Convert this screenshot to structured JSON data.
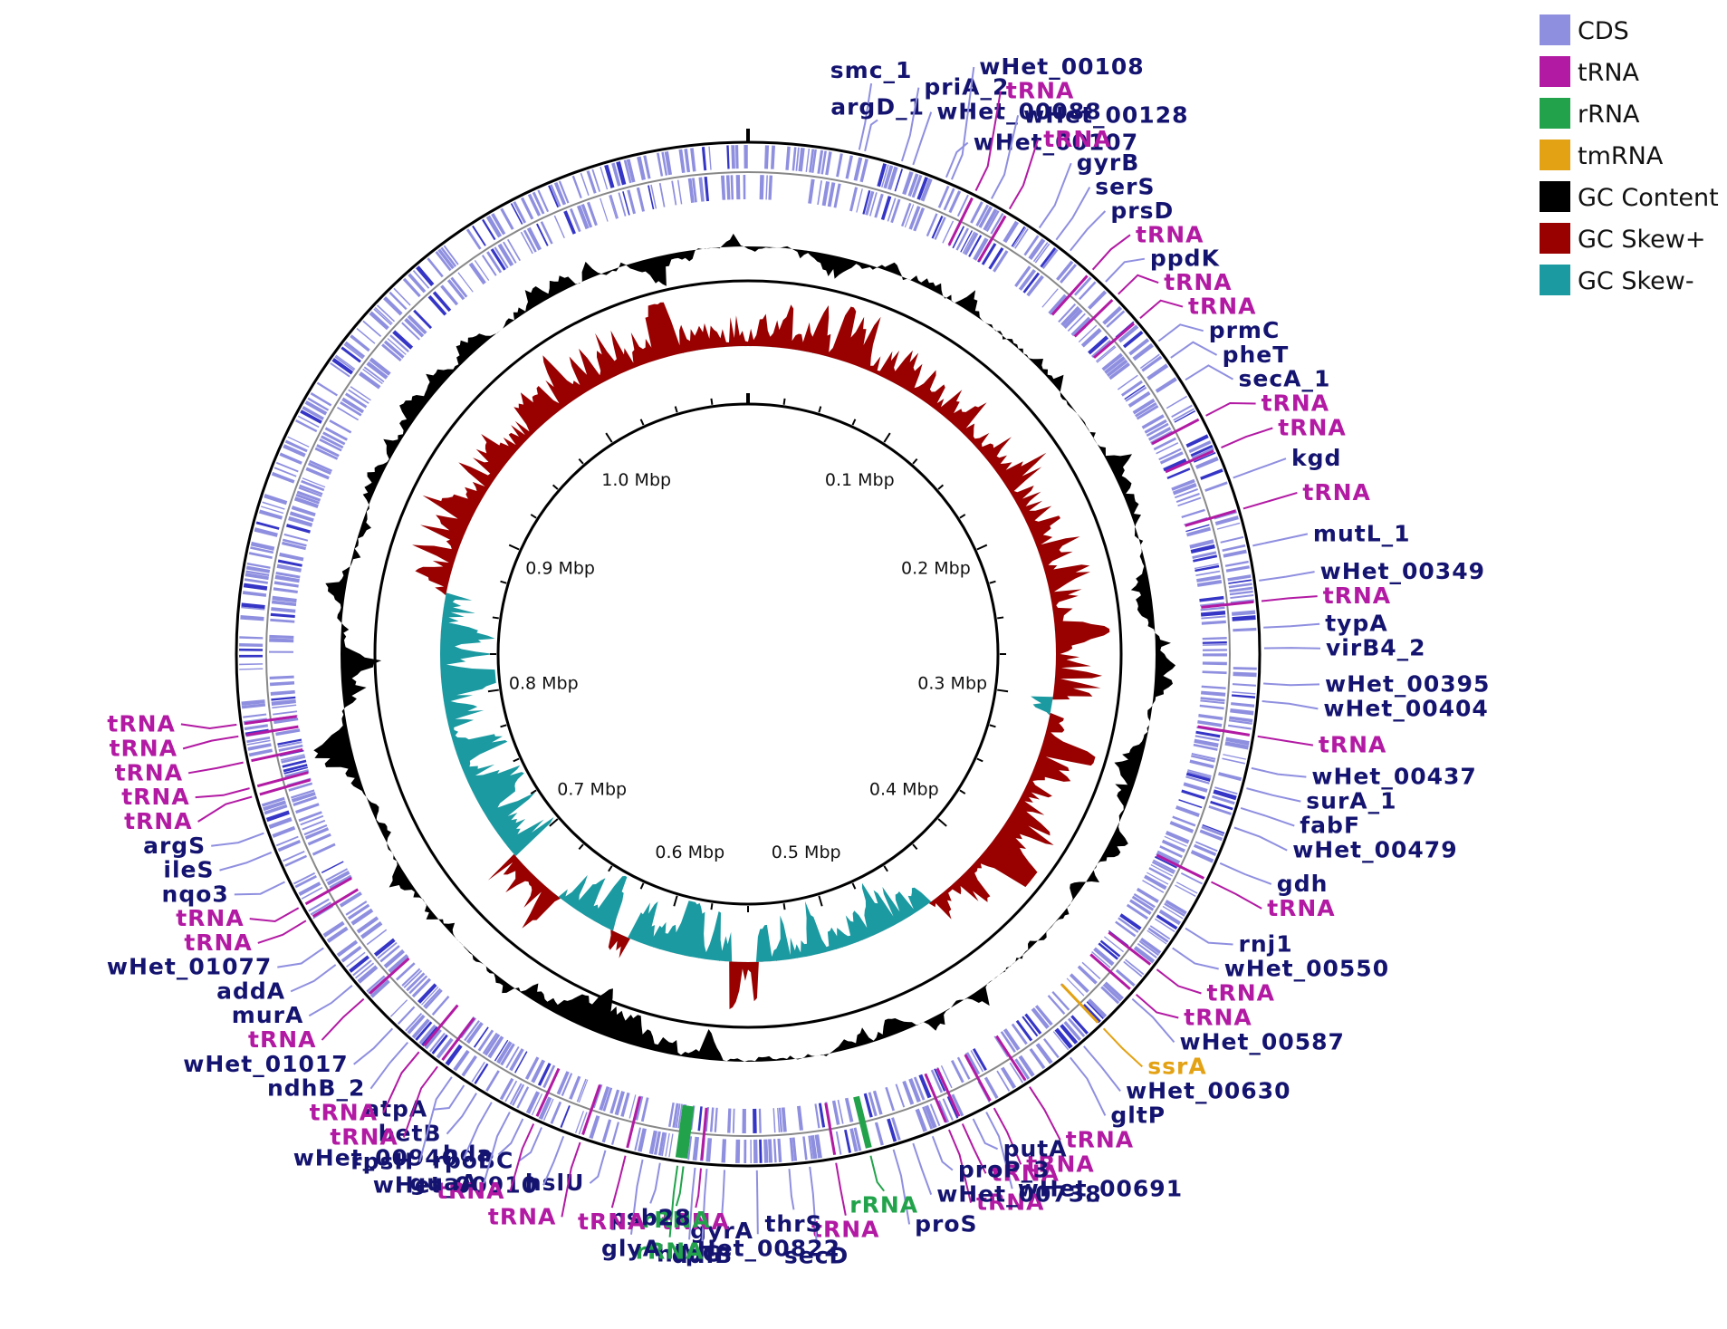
{
  "genome_length_mbp": 1.1,
  "colors": {
    "CDS": "#8f8fe0",
    "CDS_dark": "#3535c6",
    "tRNA": "#b21aa3",
    "rRNA": "#22a34b",
    "tmRNA": "#e3a214",
    "GC_content": "#000000",
    "GC_skew_pos": "#990000",
    "GC_skew_neg": "#1b9aa1",
    "gene_label": "#141470"
  },
  "legend": [
    {
      "label": "CDS",
      "color": "#8f8fe0"
    },
    {
      "label": "tRNA",
      "color": "#b21aa3"
    },
    {
      "label": "rRNA",
      "color": "#22a34b"
    },
    {
      "label": "tmRNA",
      "color": "#e3a214"
    },
    {
      "label": "GC Content",
      "color": "#000000"
    },
    {
      "label": "GC Skew+",
      "color": "#990000"
    },
    {
      "label": "GC Skew-",
      "color": "#1b9aa1"
    }
  ],
  "scale_labels": [
    {
      "text": "0.1 Mbp",
      "pos_mbp": 0.1
    },
    {
      "text": "0.2 Mbp",
      "pos_mbp": 0.2
    },
    {
      "text": "0.3 Mbp",
      "pos_mbp": 0.3
    },
    {
      "text": "0.4 Mbp",
      "pos_mbp": 0.4
    },
    {
      "text": "0.5 Mbp",
      "pos_mbp": 0.5
    },
    {
      "text": "0.6 Mbp",
      "pos_mbp": 0.6
    },
    {
      "text": "0.7 Mbp",
      "pos_mbp": 0.7
    },
    {
      "text": "0.8 Mbp",
      "pos_mbp": 0.8
    },
    {
      "text": "0.9 Mbp",
      "pos_mbp": 0.9
    },
    {
      "text": "1.0 Mbp",
      "pos_mbp": 1.0
    }
  ],
  "features": [
    {
      "label": "smc_1",
      "type": "CDS",
      "pos_mbp": 0.038
    },
    {
      "label": "argD_1",
      "type": "CDS",
      "pos_mbp": 0.04
    },
    {
      "label": "priA_2",
      "type": "CDS",
      "pos_mbp": 0.053
    },
    {
      "label": "wHet_00088",
      "type": "CDS",
      "pos_mbp": 0.057
    },
    {
      "label": "wHet_00107",
      "type": "CDS",
      "pos_mbp": 0.069
    },
    {
      "label": "wHet_00108",
      "type": "CDS",
      "pos_mbp": 0.071
    },
    {
      "label": "tRNA",
      "type": "tRNA",
      "pos_mbp": 0.08
    },
    {
      "label": "wHet_00128",
      "type": "CDS",
      "pos_mbp": 0.086
    },
    {
      "label": "tRNA",
      "type": "tRNA",
      "pos_mbp": 0.093
    },
    {
      "label": "gyrB",
      "type": "CDS",
      "pos_mbp": 0.105
    },
    {
      "label": "serS",
      "type": "CDS",
      "pos_mbp": 0.112
    },
    {
      "label": "prsD",
      "type": "CDS",
      "pos_mbp": 0.118
    },
    {
      "label": "tRNA",
      "type": "tRNA",
      "pos_mbp": 0.128
    },
    {
      "label": "ppdK",
      "type": "CDS",
      "pos_mbp": 0.134
    },
    {
      "label": "tRNA",
      "type": "tRNA",
      "pos_mbp": 0.14
    },
    {
      "label": "tRNA",
      "type": "tRNA",
      "pos_mbp": 0.151
    },
    {
      "label": "prmC",
      "type": "CDS",
      "pos_mbp": 0.161
    },
    {
      "label": "pheT",
      "type": "CDS",
      "pos_mbp": 0.168
    },
    {
      "label": "secA_1",
      "type": "CDS",
      "pos_mbp": 0.177
    },
    {
      "label": "tRNA",
      "type": "tRNA",
      "pos_mbp": 0.191
    },
    {
      "label": "tRNA",
      "type": "tRNA",
      "pos_mbp": 0.203
    },
    {
      "label": "kgd",
      "type": "CDS",
      "pos_mbp": 0.214
    },
    {
      "label": "tRNA",
      "type": "tRNA",
      "pos_mbp": 0.225
    },
    {
      "label": "mutL_1",
      "type": "CDS",
      "pos_mbp": 0.238
    },
    {
      "label": "wHet_00349",
      "type": "CDS",
      "pos_mbp": 0.25
    },
    {
      "label": "tRNA",
      "type": "tRNA",
      "pos_mbp": 0.257
    },
    {
      "label": "typA",
      "type": "CDS",
      "pos_mbp": 0.266
    },
    {
      "label": "virB4_2",
      "type": "CDS",
      "pos_mbp": 0.273
    },
    {
      "label": "wHet_00395",
      "type": "CDS",
      "pos_mbp": 0.285
    },
    {
      "label": "wHet_00404",
      "type": "CDS",
      "pos_mbp": 0.291
    },
    {
      "label": "tRNA",
      "type": "tRNA",
      "pos_mbp": 0.303
    },
    {
      "label": "wHet_00437",
      "type": "CDS",
      "pos_mbp": 0.314
    },
    {
      "label": "surA_1",
      "type": "CDS",
      "pos_mbp": 0.321
    },
    {
      "label": "fabF",
      "type": "CDS",
      "pos_mbp": 0.328
    },
    {
      "label": "wHet_00479",
      "type": "CDS",
      "pos_mbp": 0.335
    },
    {
      "label": "gdh",
      "type": "CDS",
      "pos_mbp": 0.348
    },
    {
      "label": "tRNA",
      "type": "tRNA",
      "pos_mbp": 0.355
    },
    {
      "label": "rnj1",
      "type": "CDS",
      "pos_mbp": 0.373
    },
    {
      "label": "wHet_00550",
      "type": "CDS",
      "pos_mbp": 0.381
    },
    {
      "label": "tRNA",
      "type": "tRNA",
      "pos_mbp": 0.39
    },
    {
      "label": "tRNA",
      "type": "tRNA",
      "pos_mbp": 0.401
    },
    {
      "label": "wHet_00587",
      "type": "CDS",
      "pos_mbp": 0.403
    },
    {
      "label": "ssrA",
      "type": "tmRNA",
      "pos_mbp": 0.417
    },
    {
      "label": "wHet_00630",
      "type": "CDS",
      "pos_mbp": 0.426
    },
    {
      "label": "gltP",
      "type": "CDS",
      "pos_mbp": 0.432
    },
    {
      "label": "tRNA",
      "type": "tRNA",
      "pos_mbp": 0.449
    },
    {
      "label": "tRNA",
      "type": "tRNA",
      "pos_mbp": 0.463
    },
    {
      "label": "wHet_00691",
      "type": "CDS",
      "pos_mbp": 0.466
    },
    {
      "label": "putA",
      "type": "CDS",
      "pos_mbp": 0.471
    },
    {
      "label": "tRNA",
      "type": "tRNA",
      "pos_mbp": 0.475
    },
    {
      "label": "tRNA",
      "type": "tRNA",
      "pos_mbp": 0.48
    },
    {
      "label": "proP_3",
      "type": "CDS",
      "pos_mbp": 0.486
    },
    {
      "label": "wHet_00738",
      "type": "CDS",
      "pos_mbp": 0.493
    },
    {
      "label": "proS",
      "type": "CDS",
      "pos_mbp": 0.5
    },
    {
      "label": "rRNA",
      "type": "rRNA",
      "pos_mbp": 0.508
    },
    {
      "label": "tRNA",
      "type": "tRNA",
      "pos_mbp": 0.52
    },
    {
      "label": "secD",
      "type": "CDS",
      "pos_mbp": 0.529
    },
    {
      "label": "thrS",
      "type": "CDS",
      "pos_mbp": 0.536
    },
    {
      "label": "wHet_00822",
      "type": "CDS",
      "pos_mbp": 0.547
    },
    {
      "label": "gyrA",
      "type": "CDS",
      "pos_mbp": 0.558
    },
    {
      "label": "ddlB",
      "type": "CDS",
      "pos_mbp": 0.564
    },
    {
      "label": "tRNA",
      "type": "tRNA",
      "pos_mbp": 0.566
    },
    {
      "label": "htpG",
      "type": "CDS",
      "pos_mbp": 0.568
    },
    {
      "label": "rRNA",
      "type": "rRNA",
      "pos_mbp": 0.572
    },
    {
      "label": "rRNA",
      "type": "rRNA",
      "pos_mbp": 0.574
    },
    {
      "label": "psb28",
      "type": "CDS",
      "pos_mbp": 0.58
    },
    {
      "label": "glyA",
      "type": "CDS",
      "pos_mbp": 0.586
    },
    {
      "label": "tRNA",
      "type": "tRNA",
      "pos_mbp": 0.592
    },
    {
      "label": "hslU",
      "type": "CDS",
      "pos_mbp": 0.599
    },
    {
      "label": "tRNA",
      "type": "tRNA",
      "pos_mbp": 0.608
    },
    {
      "label": "wHet_00910",
      "type": "CDS",
      "pos_mbp": 0.614
    },
    {
      "label": "rpoBC",
      "type": "CDS",
      "pos_mbp": 0.622
    },
    {
      "label": "tRNA",
      "type": "tRNA",
      "pos_mbp": 0.625
    },
    {
      "label": "hda",
      "type": "CDS",
      "pos_mbp": 0.629
    },
    {
      "label": "guaA",
      "type": "CDS",
      "pos_mbp": 0.634
    },
    {
      "label": "wHet_00940",
      "type": "CDS",
      "pos_mbp": 0.641
    },
    {
      "label": "betB",
      "type": "CDS",
      "pos_mbp": 0.647
    },
    {
      "label": "atpA",
      "type": "CDS",
      "pos_mbp": 0.652
    },
    {
      "label": "rpsH",
      "type": "CDS",
      "pos_mbp": 0.657
    },
    {
      "label": "tRNA",
      "type": "tRNA",
      "pos_mbp": 0.663
    },
    {
      "label": "tRNA",
      "type": "tRNA",
      "pos_mbp": 0.671
    },
    {
      "label": "ndhB_2",
      "type": "CDS",
      "pos_mbp": 0.676
    },
    {
      "label": "wHet_01017",
      "type": "CDS",
      "pos_mbp": 0.683
    },
    {
      "label": "tRNA",
      "type": "tRNA",
      "pos_mbp": 0.697
    },
    {
      "label": "murA",
      "type": "CDS",
      "pos_mbp": 0.703
    },
    {
      "label": "addA",
      "type": "CDS",
      "pos_mbp": 0.712
    },
    {
      "label": "wHet_01077",
      "type": "CDS",
      "pos_mbp": 0.719
    },
    {
      "label": "tRNA",
      "type": "tRNA",
      "pos_mbp": 0.73
    },
    {
      "label": "tRNA",
      "type": "tRNA",
      "pos_mbp": 0.735
    },
    {
      "label": "nqo3",
      "type": "CDS",
      "pos_mbp": 0.745
    },
    {
      "label": "ileS",
      "type": "CDS",
      "pos_mbp": 0.756
    },
    {
      "label": "argS",
      "type": "CDS",
      "pos_mbp": 0.763
    },
    {
      "label": "tRNA",
      "type": "tRNA",
      "pos_mbp": 0.776
    },
    {
      "label": "tRNA",
      "type": "tRNA",
      "pos_mbp": 0.779
    },
    {
      "label": "tRNA",
      "type": "tRNA",
      "pos_mbp": 0.788
    },
    {
      "label": "tRNA",
      "type": "tRNA",
      "pos_mbp": 0.797
    },
    {
      "label": "tRNA",
      "type": "tRNA",
      "pos_mbp": 0.801
    }
  ]
}
